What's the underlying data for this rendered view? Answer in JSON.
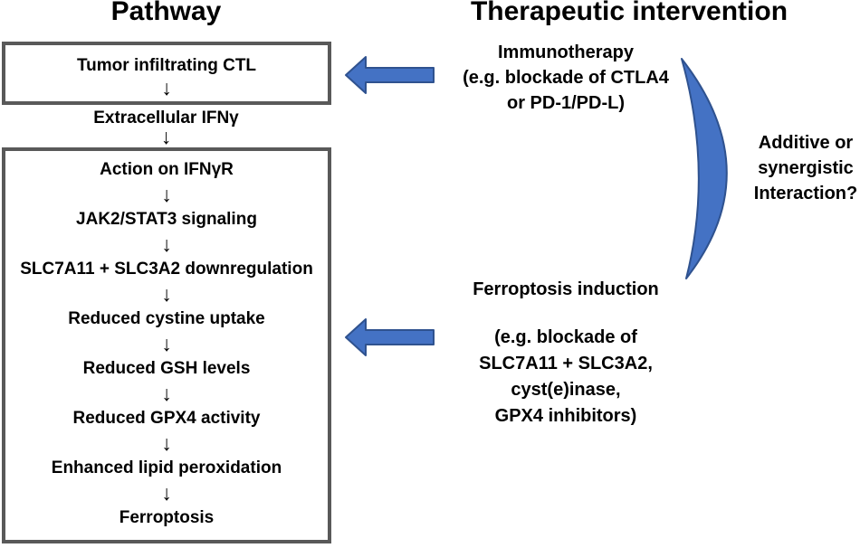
{
  "titles": {
    "left": "Pathway",
    "right": "Therapeutic intervention"
  },
  "glyphs": {
    "down_arrow": "↓"
  },
  "colors": {
    "accent_blue": "#4472C4",
    "accent_blue_border": "#2F528F",
    "box_border": "#595959",
    "text": "#000000"
  },
  "pathway": {
    "box1_step": "Tumor infiltrating CTL",
    "between_step": "Extracellular IFNγ",
    "steps": [
      "Action on IFNγR",
      "JAK2/STAT3 signaling",
      "SLC7A11 + SLC3A2 downregulation",
      "Reduced cystine uptake",
      "Reduced GSH levels",
      "Reduced GPX4 activity",
      "Enhanced lipid peroxidation",
      "Ferroptosis"
    ]
  },
  "intervention": {
    "immunotherapy": {
      "title": "Immunotherapy",
      "line2": "(e.g. blockade of CTLA4",
      "line3": "or PD-1/PD-L)"
    },
    "ferroptosis": {
      "title": "Ferroptosis induction",
      "line2": "(e.g. blockade of",
      "line3": "SLC7A11 + SLC3A2,",
      "line4": "cyst(e)inase,",
      "line5": "GPX4 inhibitors)"
    },
    "interaction": {
      "line1": "Additive or",
      "line2": "synergistic",
      "line3": "Interaction?"
    }
  }
}
